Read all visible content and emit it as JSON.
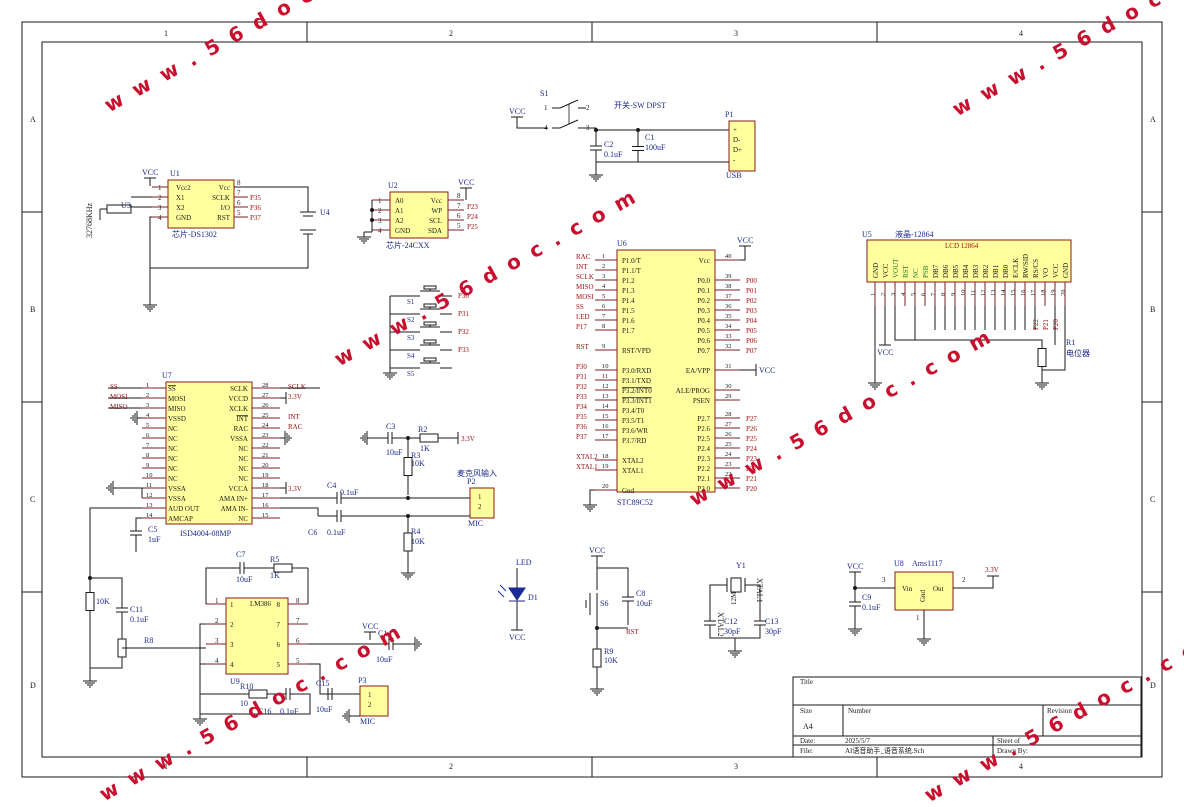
{
  "watermark": "w w w . 5 6 d o c . c o m",
  "border": {
    "cols": [
      "1",
      "2",
      "3",
      "4"
    ],
    "rows": [
      "A",
      "B",
      "C",
      "D"
    ]
  },
  "title_block": {
    "title": "Title",
    "size_label": "Size",
    "size": "A4",
    "number_label": "Number",
    "revision_label": "Revision",
    "date_label": "Date:",
    "date": "2025/5/7",
    "sheet": "Sheet    of",
    "file_label": "File:",
    "file": "AI语音助手_语音系统.Sch",
    "drawn_by": "Drawn By:"
  },
  "components": {
    "s1": {
      "ref": "S1",
      "value": "开关-SW DPST",
      "pins": [
        "1",
        "2",
        "4",
        "3"
      ]
    },
    "p1": {
      "ref": "P1",
      "value": "USB",
      "pins": [
        "+",
        "D-",
        "D+",
        "-"
      ]
    },
    "c1": {
      "ref": "C1",
      "value": "100uF"
    },
    "c2": {
      "ref": "C2",
      "value": "0.1uF"
    },
    "u1": {
      "ref": "U1",
      "value": "芯片-DS1302",
      "left": [
        "Vcc2",
        "X1",
        "X2",
        "GND"
      ],
      "right": [
        "Vcc",
        "SCLK",
        "I/O",
        "RST"
      ],
      "pins_left": [
        "1",
        "2",
        "3",
        "4"
      ],
      "pins_right": [
        "8",
        "7",
        "6",
        "5"
      ],
      "nets": [
        "P35",
        "P36",
        "P37"
      ]
    },
    "u3": {
      "ref": "U3",
      "value": "32768KHz"
    },
    "u4": {
      "ref": "U4"
    },
    "u2": {
      "ref": "U2",
      "value": "芯片-24CXX",
      "left": [
        "A0",
        "A1",
        "A2",
        "GND"
      ],
      "right": [
        "Vcc",
        "WP",
        "SCL",
        "SDA"
      ],
      "pins_left": [
        "1",
        "2",
        "3",
        "4"
      ],
      "pins_right": [
        "8",
        "7",
        "6",
        "5"
      ],
      "nets": [
        "P23",
        "P24",
        "P25"
      ]
    },
    "switches": [
      {
        "ref": "S1",
        "net": "P30"
      },
      {
        "ref": "S2",
        "net": "P31"
      },
      {
        "ref": "S3",
        "net": "P32"
      },
      {
        "ref": "S4",
        "net": "P33"
      },
      {
        "ref": "S5",
        "net": ""
      }
    ],
    "u6": {
      "ref": "U6",
      "value": "STC89C52",
      "left": [
        "P1.0/T",
        "P1.1/T",
        "P1.2",
        "P1.3",
        "P1.4",
        "P1.5",
        "P1.6",
        "P1.7",
        "RST/VPD",
        "P3.0/RXD",
        "P3.1/TXD",
        "P3.2/INT0",
        "P3.3/INT1",
        "P3.4/T0",
        "P3.5/T1",
        "P3.6/WR",
        "P3.7/RD",
        "XTAL2",
        "XTAL1",
        "Gnd"
      ],
      "left_pins": [
        "1",
        "2",
        "3",
        "4",
        "5",
        "6",
        "7",
        "8",
        "9",
        "10",
        "11",
        "12",
        "13",
        "14",
        "15",
        "16",
        "17",
        "18",
        "19",
        "20"
      ],
      "left_nets": [
        "RAC",
        "INT",
        "SCLK",
        "MISO",
        "MOSI",
        "SS",
        "LED",
        "P17",
        "RST",
        "P30",
        "P31",
        "P32",
        "P33",
        "P34",
        "P35",
        "P36",
        "P37",
        "XTAL2",
        "XTAL1",
        ""
      ],
      "right": [
        "Vcc",
        "P0.0",
        "P0.1",
        "P0.2",
        "P0.3",
        "P0.4",
        "P0.5",
        "P0.6",
        "P0.7",
        "EA/VPP",
        "ALE/PROG",
        "PSEN",
        "P2.7",
        "P2.6",
        "P2.5",
        "P2.4",
        "P2.3",
        "P2.2",
        "P2.1",
        "P2.0"
      ],
      "right_pins": [
        "40",
        "39",
        "38",
        "37",
        "36",
        "35",
        "34",
        "33",
        "32",
        "31",
        "30",
        "29",
        "28",
        "27",
        "26",
        "25",
        "24",
        "23",
        "22",
        "21"
      ],
      "right_nets": [
        "VCC",
        "P00",
        "P01",
        "P02",
        "P03",
        "P04",
        "P05",
        "P06",
        "P07",
        "VCC",
        "",
        "",
        "P27",
        "P26",
        "P25",
        "P24",
        "P23",
        "P22",
        "P21",
        "P20"
      ]
    },
    "u5": {
      "ref": "U5",
      "value": "液晶-12864",
      "title": "LCD 12864",
      "pins": [
        "GND",
        "VCC",
        "VOUT",
        "RST",
        "NC",
        "PSB",
        "DB7",
        "DB6",
        "DB5",
        "DB4",
        "DB3",
        "DB2",
        "DB1",
        "DB0",
        "E/CLK",
        "RW/SID",
        "RS/CS",
        "VO",
        "VCC",
        "GND"
      ],
      "nums": [
        "1",
        "2",
        "3",
        "4",
        "5",
        "6",
        "7",
        "8",
        "9",
        "10",
        "11",
        "12",
        "13",
        "14",
        "15",
        "16",
        "17",
        "18",
        "19",
        "20"
      ],
      "nets": [
        "P22",
        "P21",
        "P20"
      ]
    },
    "r1": {
      "ref": "R1",
      "value": "电位器"
    },
    "u7": {
      "ref": "U7",
      "value": "ISD4004-08MP",
      "left": [
        "SS",
        "MOSI",
        "MISO",
        "VSSD",
        "NC",
        "NC",
        "NC",
        "NC",
        "NC",
        "NC",
        "VSSA",
        "VSSA",
        "AUD OUT",
        "AMCAP"
      ],
      "left_pins": [
        "1",
        "2",
        "3",
        "4",
        "5",
        "6",
        "7",
        "8",
        "9",
        "10",
        "11",
        "12",
        "13",
        "14"
      ],
      "left_nets": [
        "SS",
        "MOSI",
        "MISO"
      ],
      "right": [
        "SCLK",
        "VCCD",
        "XCLK",
        "INT",
        "RAC",
        "VSSA",
        "NC",
        "NC",
        "NC",
        "NC",
        "VCCA",
        "AMA IN+",
        "AMA IN-",
        "NC"
      ],
      "right_pins": [
        "28",
        "27",
        "26",
        "25",
        "24",
        "23",
        "22",
        "21",
        "20",
        "19",
        "18",
        "17",
        "16",
        "15"
      ],
      "right_nets": [
        "SCLK",
        "3.3V",
        "",
        "INT",
        "RAC"
      ]
    },
    "c3": {
      "ref": "C3",
      "value": "10uF"
    },
    "r2": {
      "ref": "R2",
      "value": "1K"
    },
    "r3": {
      "ref": "R3",
      "value": "10K"
    },
    "c4": {
      "ref": "C4",
      "value": "0.1uF"
    },
    "c6": {
      "ref": "C6",
      "value": "0.1uF"
    },
    "r4": {
      "ref": "R4",
      "value": "10K"
    },
    "p2": {
      "ref": "P2",
      "value": "MIC",
      "title": "麦克风输入",
      "pins": [
        "1",
        "2"
      ]
    },
    "c5": {
      "ref": "C5",
      "value": "1uF"
    },
    "r_10k": {
      "value": "10K"
    },
    "c11": {
      "ref": "C11",
      "value": "0.1uF"
    },
    "r8": {
      "ref": "R8"
    },
    "c7": {
      "ref": "C7",
      "value": "10uF"
    },
    "r5": {
      "ref": "R5",
      "value": "1K"
    },
    "u9": {
      "ref": "U9",
      "value": "LM386",
      "left_pins": [
        "1",
        "2",
        "3",
        "4"
      ],
      "right_pins": [
        "8",
        "7",
        "6",
        "5"
      ]
    },
    "c14": {
      "ref": "C14",
      "value": "10uF"
    },
    "r10": {
      "ref": "R10",
      "value": "10"
    },
    "c16": {
      "ref": "C16",
      "value": "0.1uF"
    },
    "c15": {
      "ref": "C15",
      "value": "10uF"
    },
    "p3": {
      "ref": "P3",
      "value": "MIC",
      "pins": [
        "1",
        "2"
      ]
    },
    "d1": {
      "ref": "D1",
      "value": "LED"
    },
    "s6": {
      "ref": "S6",
      "net": "RST"
    },
    "c8": {
      "ref": "C8",
      "value": "10uF"
    },
    "r9": {
      "ref": "R9",
      "value": "10K"
    },
    "y1": {
      "ref": "Y1",
      "value": "12M",
      "x1": "XTAL1",
      "x2": "XTAL2"
    },
    "c12": {
      "ref": "C12",
      "value": "30pF"
    },
    "c13": {
      "ref": "C13",
      "value": "30pF"
    },
    "u8": {
      "ref": "U8",
      "value": "Ams1117",
      "pins": [
        "Vin",
        "Gnd",
        "Out"
      ],
      "nums": [
        "3",
        "1",
        "2"
      ]
    },
    "c9": {
      "ref": "C9",
      "value": "0.1uF"
    },
    "net_vcc": "VCC",
    "net_33": "3.3V"
  }
}
